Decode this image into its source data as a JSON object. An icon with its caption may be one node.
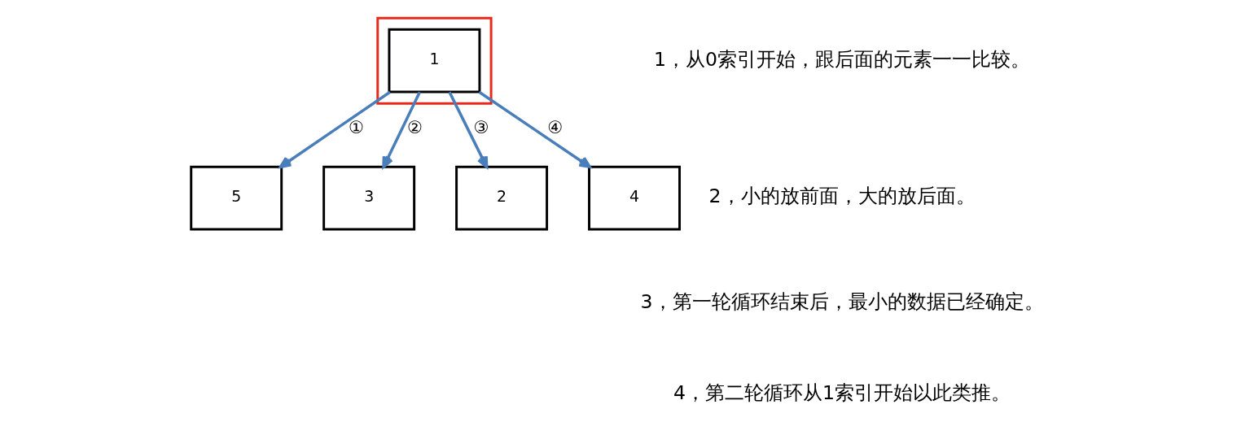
{
  "diagram": {
    "nodes": [
      {
        "text": [],
        "shape": "box"
      },
      {
        "text": [
          "1"
        ],
        "in": 0
      },
      {
        "text": [
          "5"
        ]
      },
      {
        "text": [
          "3"
        ]
      },
      {
        "text": [
          "2"
        ]
      },
      {
        "text": [
          "4"
        ]
      }
    ],
    "edges": [
      {
        "from": 1,
        "to": 2,
        "arrow": "to",
        "label": "①"
      },
      {
        "from": 1,
        "to": 3,
        "arrow": "to",
        "label": "②"
      },
      {
        "from": 1,
        "to": 4,
        "arrow": "to",
        "label": "③"
      },
      {
        "from": 1,
        "to": 5,
        "arrow": "to",
        "label": "④"
      }
    ],
    "labels": [
      "1，从0索引开始，跟后面的元素一一比较。",
      "2，小的放前面，大的放后面。",
      "3，第一轮循环结束后，最小的数据已经确定。",
      "4，第二轮循环从1索引开始以此类推。"
    ]
  }
}
